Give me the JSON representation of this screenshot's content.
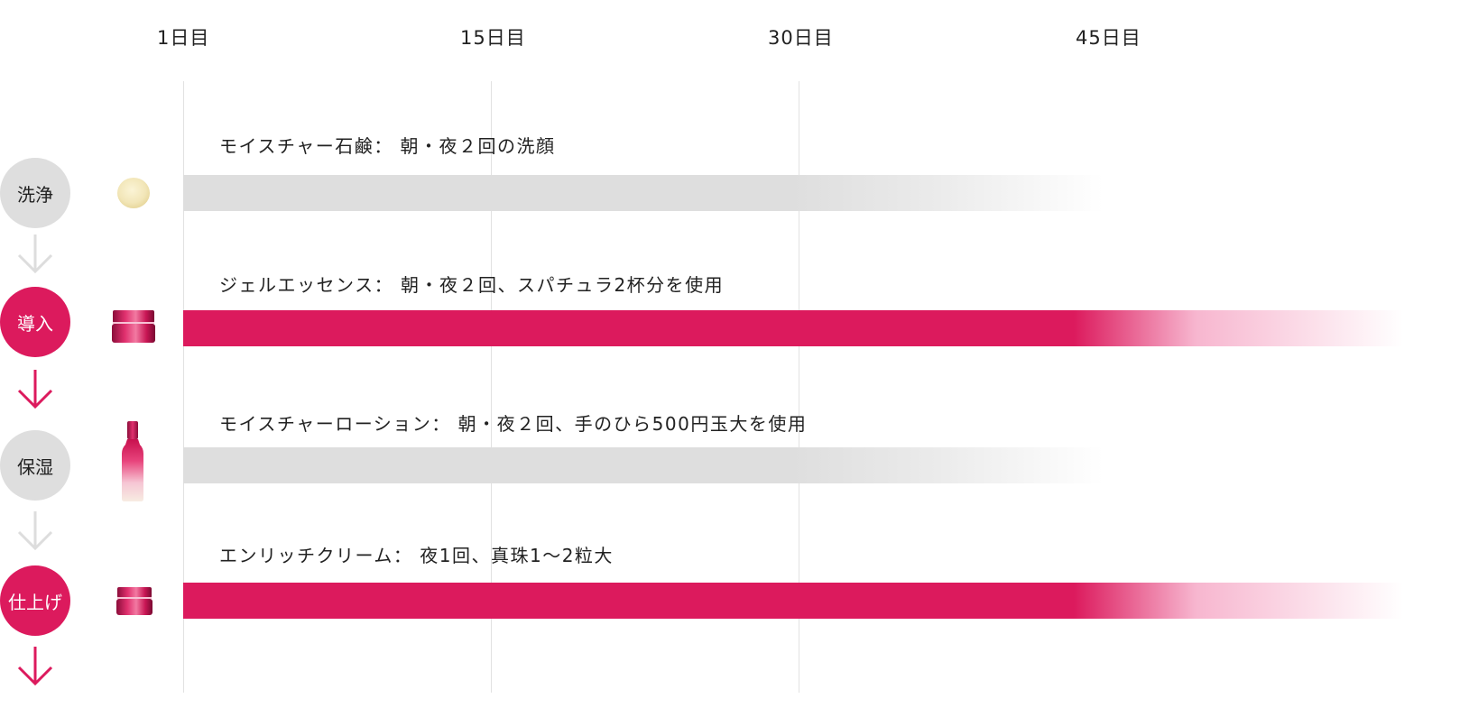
{
  "header": {
    "days": [
      "1日目",
      "15日目",
      "30日目",
      "45日目"
    ]
  },
  "colors": {
    "accent": "#dc1a5d",
    "gray_bar": "#dedede",
    "gray_circle": "#dedede",
    "pink_fade": "#f7b6cf"
  },
  "steps": [
    {
      "label": "洗浄",
      "style": "gray",
      "arrow_color": "#dddddd",
      "product_icon": "soap-icon",
      "usage": "モイスチャー石鹸：  朝・夜２回の洗顔",
      "bar_color": "#dedede",
      "bar_fade": "gray"
    },
    {
      "label": "導入",
      "style": "pink",
      "arrow_color": "#dc1a5d",
      "product_icon": "gel-jar-icon",
      "usage": "ジェルエッセンス：  朝・夜２回、スパチュラ2杯分を使用",
      "bar_color": "#dc1a5d",
      "bar_fade": "pink"
    },
    {
      "label": "保湿",
      "style": "gray",
      "arrow_color": "#dddddd",
      "product_icon": "lotion-bottle-icon",
      "usage": "モイスチャーローション：  朝・夜２回、手のひら500円玉大を使用",
      "bar_color": "#dedede",
      "bar_fade": "gray"
    },
    {
      "label": "仕上げ",
      "style": "pink",
      "arrow_color": "#dc1a5d",
      "product_icon": "cream-jar-icon",
      "usage": "エンリッチクリーム：  夜1回、真珠1〜2粒大",
      "bar_color": "#dc1a5d",
      "bar_fade": "pink"
    }
  ]
}
